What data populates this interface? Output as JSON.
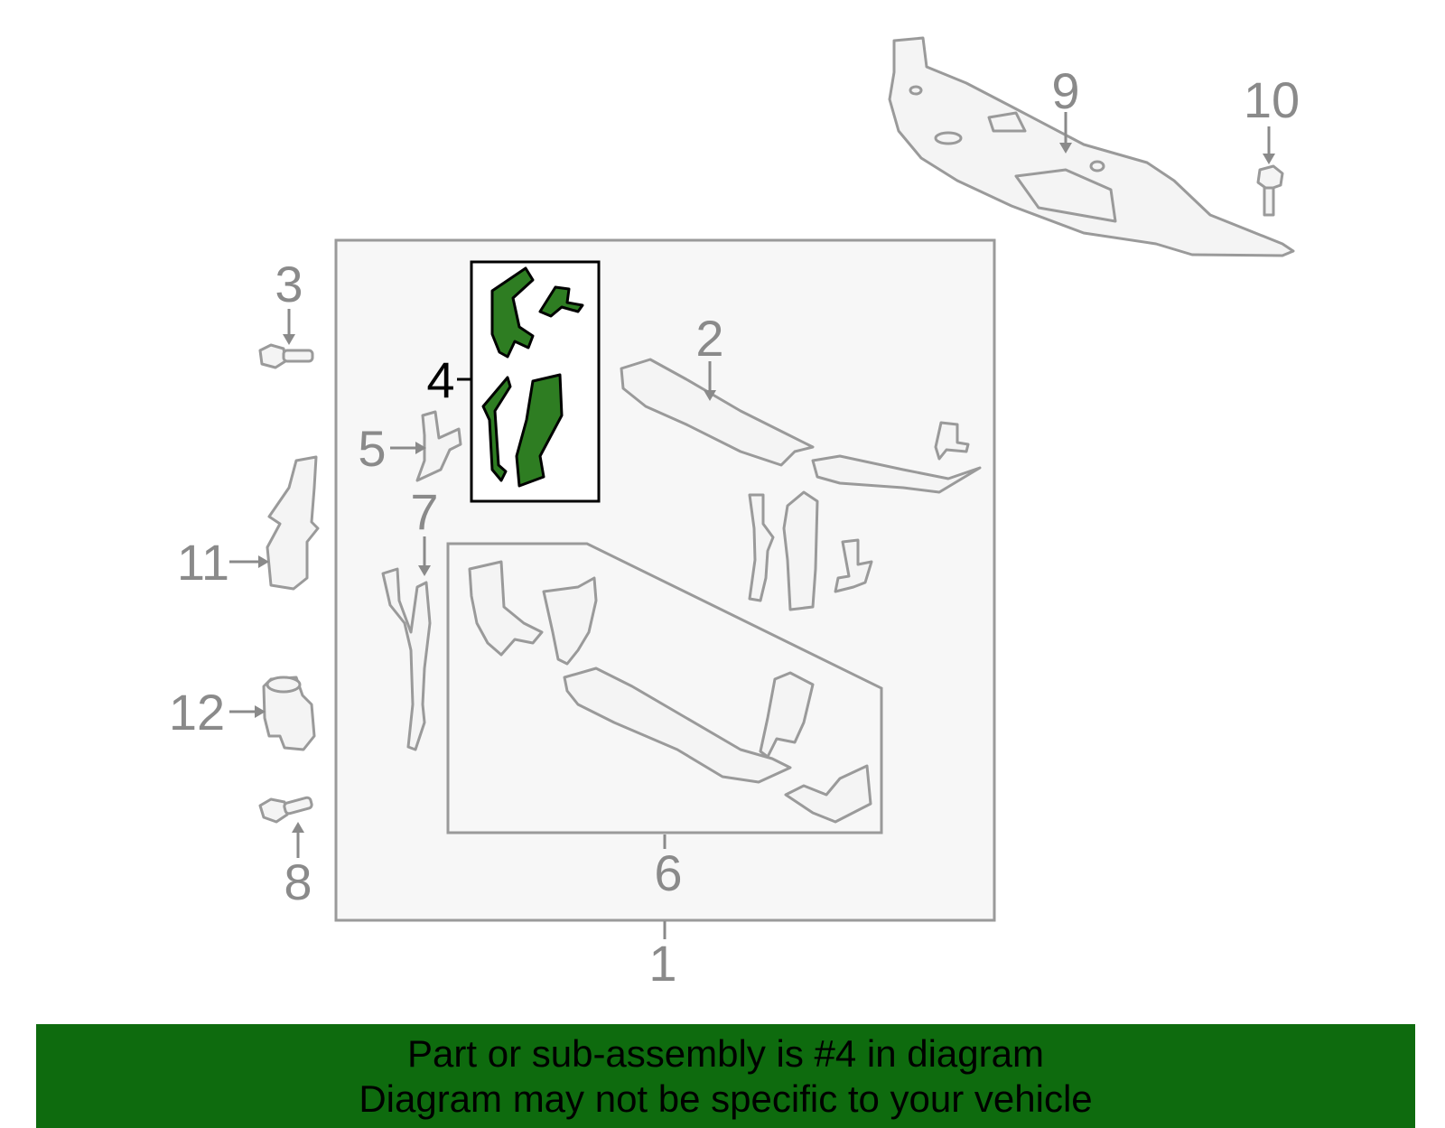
{
  "callouts": {
    "c1": "1",
    "c2": "2",
    "c3": "3",
    "c4": "4",
    "c5": "5",
    "c6": "6",
    "c7": "7",
    "c8": "8",
    "c9": "9",
    "c10": "10",
    "c11": "11",
    "c12": "12"
  },
  "highlighted_part": "4",
  "colors": {
    "highlight_fill": "#2e7d22",
    "banner_background": "#0e6b0e",
    "part_stroke": "#9a9a9a",
    "label_gray": "#8a8a8a"
  },
  "banner": {
    "line1": "Part or sub-assembly is #4 in diagram",
    "line2": "Diagram may not be specific to your vehicle"
  }
}
